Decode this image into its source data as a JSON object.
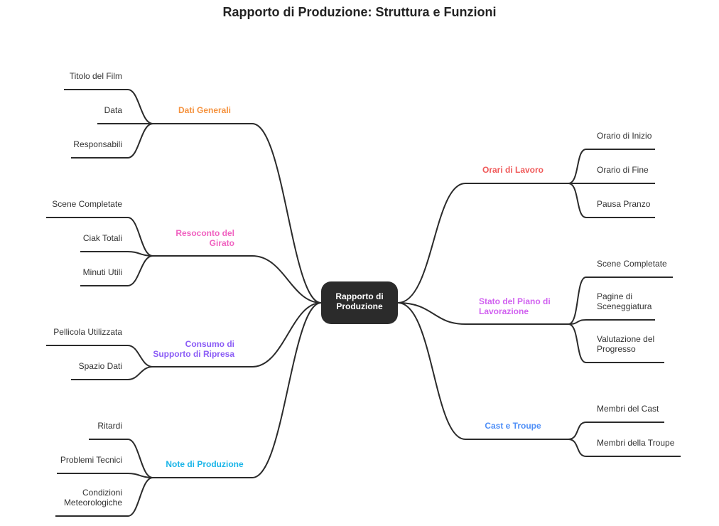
{
  "title": "Rapporto di Produzione: Struttura e Funzioni",
  "center": [
    "Rapporto di",
    "Produzione"
  ],
  "branches": [
    {
      "label": [
        "Dati Generali"
      ],
      "color": "#F5923E",
      "children": [
        [
          "Titolo del Film"
        ],
        [
          "Data"
        ],
        [
          "Responsabili"
        ]
      ]
    },
    {
      "label": [
        "Resoconto del",
        "Girato"
      ],
      "color": "#F062C0",
      "children": [
        [
          "Scene Completate"
        ],
        [
          "Ciak Totali"
        ],
        [
          "Minuti Utili"
        ]
      ]
    },
    {
      "label": [
        "Consumo di",
        "Supporto di Ripresa"
      ],
      "color": "#8B5CF6",
      "children": [
        [
          "Pellicola Utilizzata"
        ],
        [
          "Spazio Dati"
        ]
      ]
    },
    {
      "label": [
        "Note di Produzione"
      ],
      "color": "#1BB5E8",
      "children": [
        [
          "Ritardi"
        ],
        [
          "Problemi Tecnici"
        ],
        [
          "Condizioni",
          "Meteorologiche"
        ]
      ]
    },
    {
      "label": [
        "Orari di Lavoro"
      ],
      "color": "#F05A5A",
      "children": [
        [
          "Orario di Inizio"
        ],
        [
          "Orario di Fine"
        ],
        [
          "Pausa Pranzo"
        ]
      ]
    },
    {
      "label": [
        "Stato del Piano di",
        "Lavorazione"
      ],
      "color": "#D162F0",
      "children": [
        [
          "Scene Completate"
        ],
        [
          "Pagine di",
          "Sceneggiatura"
        ],
        [
          "Valutazione del",
          "Progresso"
        ]
      ]
    },
    {
      "label": [
        "Cast e Troupe"
      ],
      "color": "#4F8FF7",
      "children": [
        [
          "Membri del Cast"
        ],
        [
          "Membri della Troupe"
        ]
      ]
    }
  ]
}
